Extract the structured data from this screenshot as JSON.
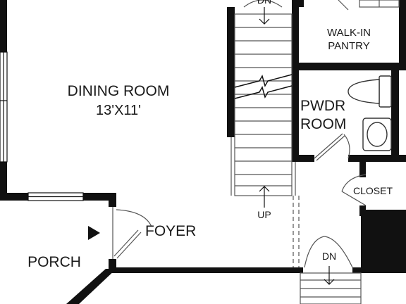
{
  "rooms": {
    "dining": {
      "name": "DINING ROOM",
      "size": "13'X11'"
    },
    "pantry": {
      "line1": "WALK-IN",
      "line2": "PANTRY"
    },
    "powder": {
      "line1": "PWDR",
      "line2": "ROOM"
    },
    "closet": "CLOSET",
    "foyer": "FOYER",
    "porch": "PORCH"
  },
  "stairs": {
    "up_label": "UP",
    "down_label_top": "DN",
    "down_label_bottom": "DN"
  },
  "colors": {
    "wall": "#111111",
    "line": "#555555",
    "fill": "#ffffff"
  }
}
